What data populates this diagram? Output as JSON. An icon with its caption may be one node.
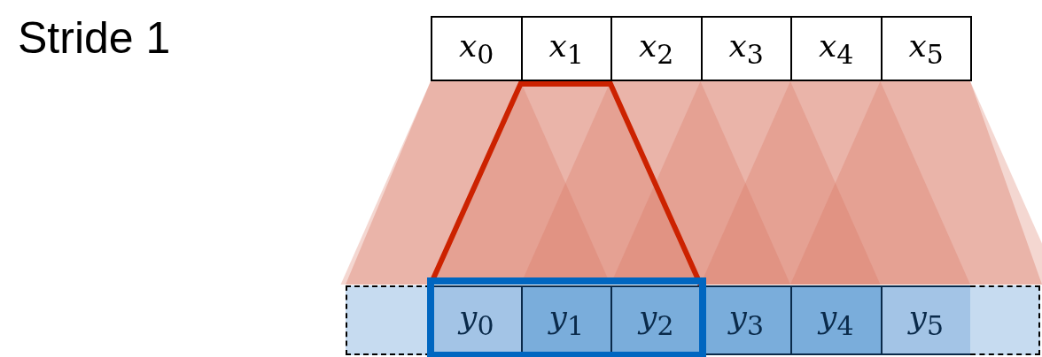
{
  "diagram": {
    "nodes": [
      {
        "text": [
          "*x*$_{0}$"
        ]
      },
      {
        "text": [
          "*x*$_{1}$"
        ]
      },
      {
        "text": [
          "*x*$_{2}$"
        ]
      },
      {
        "text": [
          "*x*$_{3}$"
        ]
      },
      {
        "text": [
          "*x*$_{4}$"
        ]
      },
      {
        "text": [
          "*x*$_{5}$"
        ]
      },
      {
        "text": [],
        "shape": "box"
      },
      {
        "text": [
          "*y*$_{0}$"
        ]
      },
      {
        "text": [
          "*y*$_{1}$"
        ]
      },
      {
        "text": [
          "*y*$_{2}$"
        ]
      },
      {
        "text": [
          "*y*$_{3}$"
        ]
      },
      {
        "text": [
          "*y*$_{4}$"
        ]
      },
      {
        "text": [
          "*y*$_{5}$"
        ]
      },
      {
        "text": [],
        "shape": "box"
      }
    ],
    "labels": [
      "Stride 1"
    ]
  }
}
